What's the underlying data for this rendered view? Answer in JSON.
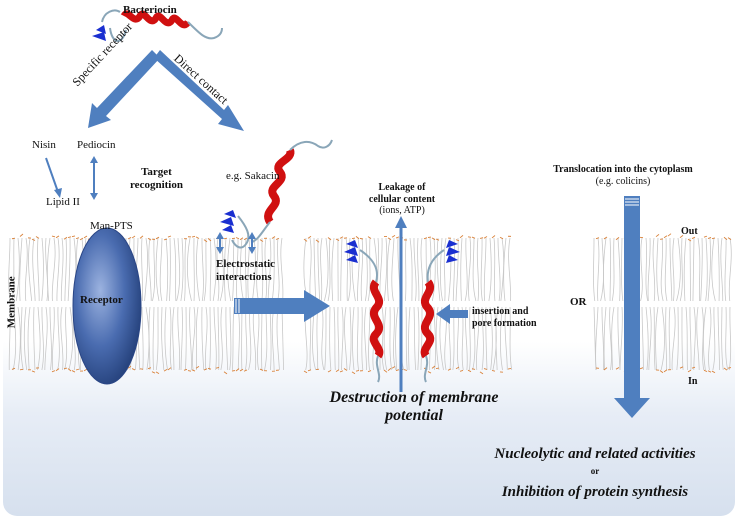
{
  "labels": {
    "bacteriocin": "Bacteriocin",
    "specific_receptor": "Specific receptor",
    "direct_contact": "Direct contact",
    "nisin": "Nisin",
    "pediocin": "Pediocin",
    "target_recognition_1": "Target",
    "target_recognition_2": "recognition",
    "sakacin": "e.g. Sakacin",
    "lipid_ii": "Lipid II",
    "man_pts": "Man-PTS",
    "receptor": "Receptor",
    "membrane": "Membrane",
    "electrostatic_1": "Electrostatic",
    "electrostatic_2": "interactions",
    "leakage_1": "Leakage of",
    "leakage_2": "cellular content",
    "leakage_3": "(ions, ATP)",
    "insertion_1": "insertion and",
    "insertion_2": "pore formation",
    "or_label": "OR",
    "translocation": "Translocation into the cytoplasm",
    "colicins": "(e.g. colicins)",
    "out_label": "Out",
    "in_label": "In",
    "destruction_1": "Destruction of membrane",
    "destruction_2": "potential",
    "nucleolytic": "Nucleolytic and related activities",
    "or_small": "or",
    "inhibition": "Inhibition of protein synthesis"
  },
  "colors": {
    "arrow": "#4f7fbf",
    "helix": "#d01010",
    "strand": "#1a2fd0",
    "receptor": "#4a6cb0",
    "membrane_tail": "#c8c8c8",
    "membrane_head": "#d9823a"
  }
}
